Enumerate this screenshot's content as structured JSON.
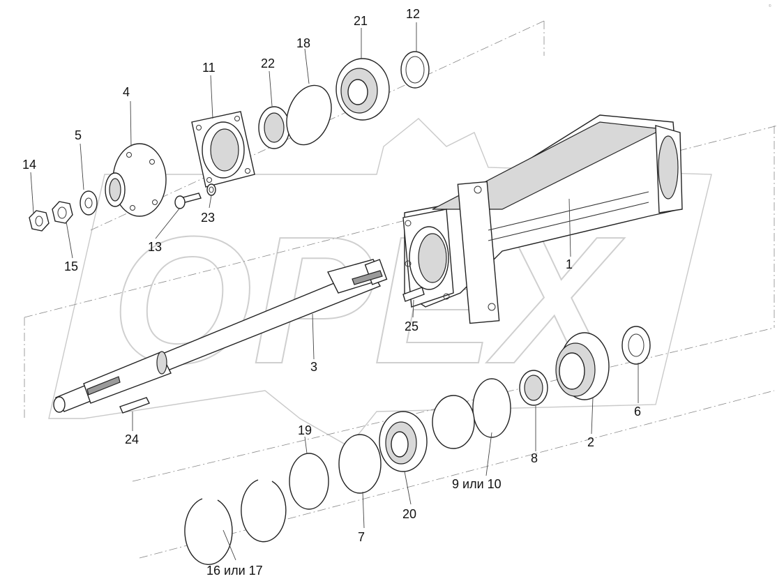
{
  "watermark": {
    "text": "OPEX"
  },
  "corner_mark": "©",
  "labels": {
    "l1": "1",
    "l2": "2",
    "l3": "3",
    "l4": "4",
    "l5": "5",
    "l6": "6",
    "l7": "7",
    "l8": "8",
    "l9_10": "9 или 10",
    "l11": "11",
    "l12": "12",
    "l13": "13",
    "l14": "14",
    "l15": "15",
    "l16_17": "16 или 17",
    "l18": "18",
    "l19": "19",
    "l20": "20",
    "l21": "21",
    "l22": "22",
    "l23": "23",
    "l24": "24",
    "l25": "25"
  }
}
